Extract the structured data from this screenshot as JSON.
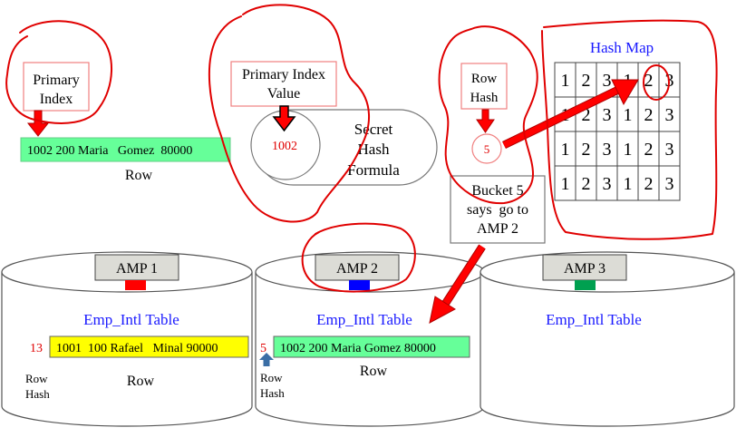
{
  "primary_index": {
    "label_line1": "Primary",
    "label_line2": "Index",
    "row_values": "1002 200 Maria   Gomez  80000",
    "row_caption": "Row"
  },
  "hash_formula": {
    "label_line1": "Primary Index",
    "label_line2": "Value",
    "value": "1002",
    "formula_line1": "Secret",
    "formula_line2": "Hash",
    "formula_line3": "Formula"
  },
  "row_hash": {
    "label_line1": "Row",
    "label_line2": "Hash",
    "bucket": "5",
    "note_line1": "Bucket 5",
    "note_line2": "says  go to",
    "note_line3": "AMP 2"
  },
  "hash_map": {
    "title": "Hash Map",
    "grid": [
      [
        "1",
        "2",
        "3",
        "1",
        "2",
        "3"
      ],
      [
        "1",
        "2",
        "3",
        "1",
        "2",
        "3"
      ],
      [
        "1",
        "2",
        "3",
        "1",
        "2",
        "3"
      ],
      [
        "1",
        "2",
        "3",
        "1",
        "2",
        "3"
      ]
    ],
    "highlight": {
      "row": 0,
      "col": 4
    }
  },
  "amps": [
    {
      "label": "AMP 1",
      "indicator_color": "#ff0000",
      "table_title": "Emp_Intl Table",
      "row_hash": "13",
      "row_values": "1001  100 Rafael   Minal 90000",
      "row_color": "#ffff00",
      "row_caption": "Row",
      "hash_label_line1": "Row",
      "hash_label_line2": "Hash"
    },
    {
      "label": "AMP 2",
      "indicator_color": "#0000ff",
      "table_title": "Emp_Intl Table",
      "row_hash": "5",
      "row_values": "1002 200 Maria Gomez 80000",
      "row_color": "#66ff99",
      "row_caption": "Row",
      "hash_label_line1": "Row",
      "hash_label_line2": "Hash"
    },
    {
      "label": "AMP 3",
      "indicator_color": "#00a050",
      "table_title": "Emp_Intl Table"
    }
  ],
  "colors": {
    "annotation": "#e00000",
    "title_blue": "#1a1aff",
    "green_row": "#66ff99",
    "box_border": "#f08080"
  }
}
